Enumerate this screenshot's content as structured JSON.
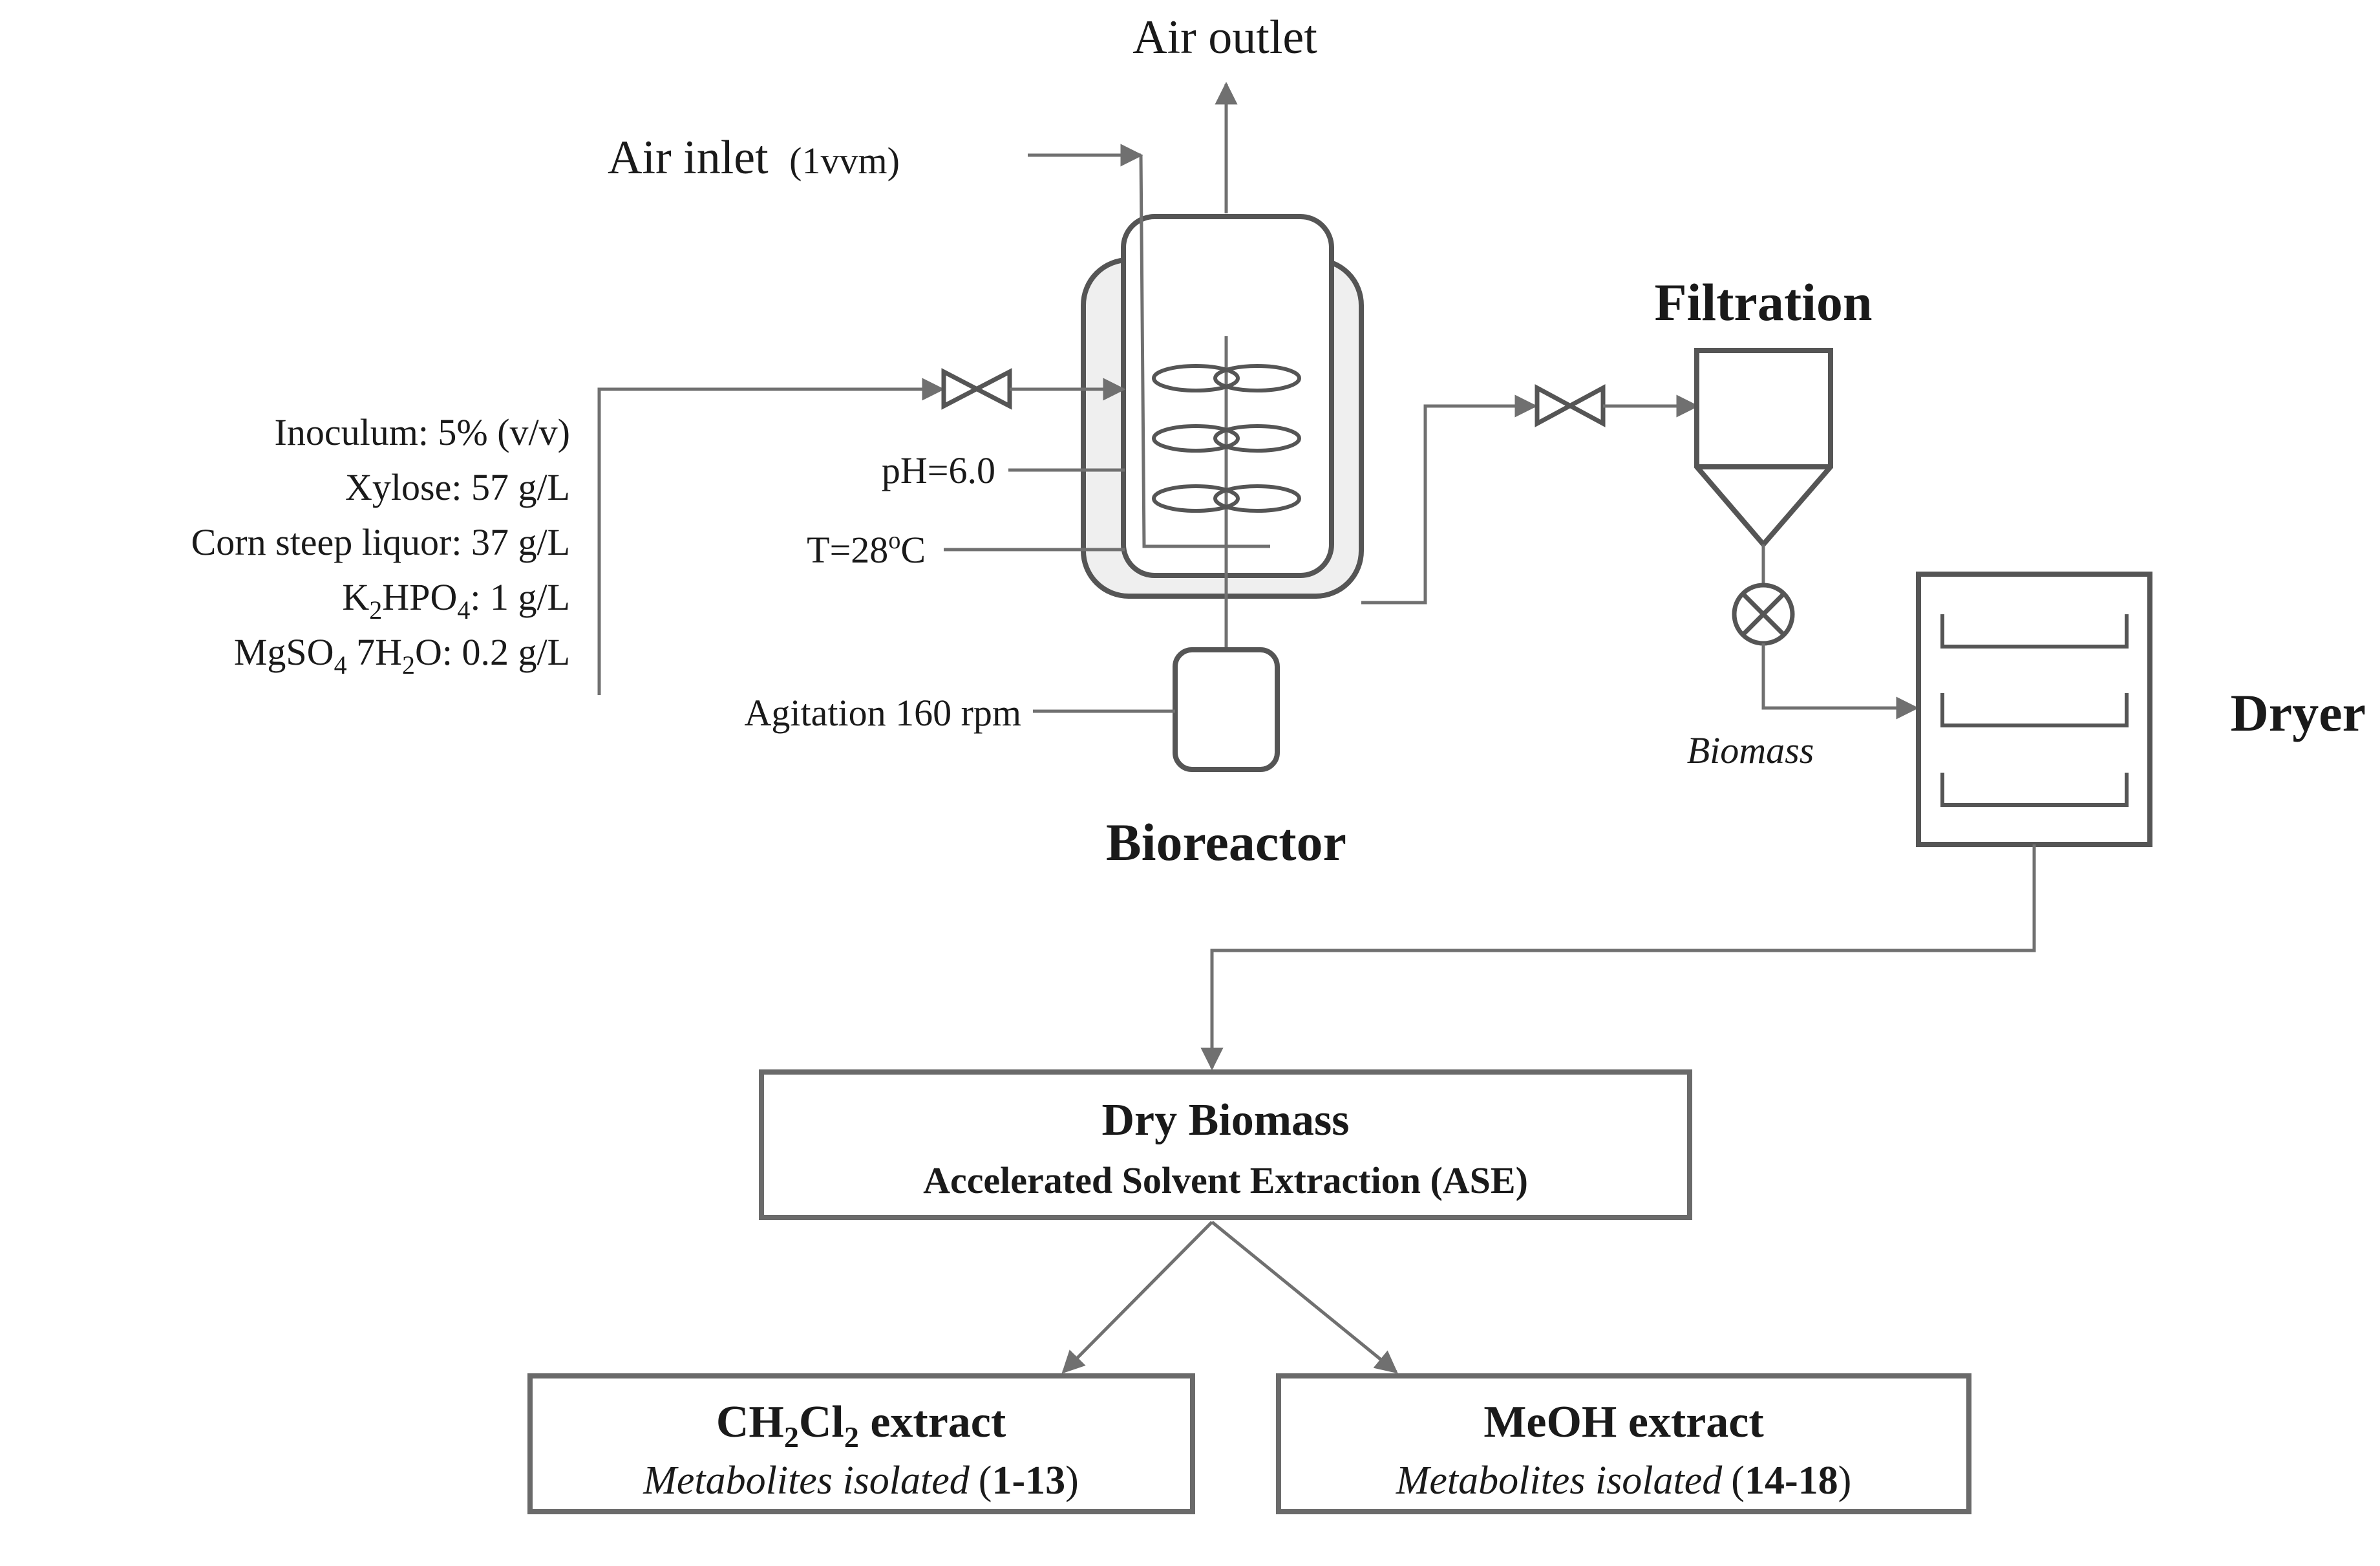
{
  "labels": {
    "air_outlet": "Air outlet",
    "air_inlet": "Air inlet",
    "air_inlet_rate": "(1vvm)",
    "ph": "pH=6.0",
    "temperature_prefix": "T=28",
    "temperature_sup": "o",
    "temperature_unit": "C",
    "agitation": "Agitation 160 rpm",
    "bioreactor": "Bioreactor",
    "filtration": "Filtration",
    "dryer": "Dryer",
    "biomass": "Biomass"
  },
  "media": {
    "inoculum": "Inoculum: 5% (v/v)",
    "xylose": "Xylose: 57 g/L",
    "corn_steep": "Corn steep liquor: 37 g/L",
    "k2hpo4": {
      "a": "K",
      "a_sub": "2",
      "b": "HPO",
      "b_sub": "4",
      "c": ": 1 g/L"
    },
    "mgso4": {
      "a": "MgSO",
      "a_sub": "4",
      "b": " 7H",
      "b_sub": "2",
      "c": "O: 0.2 g/L"
    }
  },
  "dry_box": {
    "title": "Dry Biomass",
    "subtitle": "Accelerated Solvent Extraction (ASE)"
  },
  "ch2cl2_box": {
    "t1": "CH",
    "s1": "2",
    "t2": "Cl",
    "s2": "2",
    "t3": " extract",
    "metab": "Metabolites isolated",
    "range_open": "(",
    "range": "1-13",
    "range_close": ")"
  },
  "meoh_box": {
    "title": "MeOH extract",
    "metab": "Metabolites isolated",
    "range_open": "(",
    "range": "14-18",
    "range_close": ")"
  },
  "colors": {
    "line": "#707070",
    "vessel": "#555555",
    "jacket_fill": "#efefef",
    "text": "#1a1a1a"
  }
}
